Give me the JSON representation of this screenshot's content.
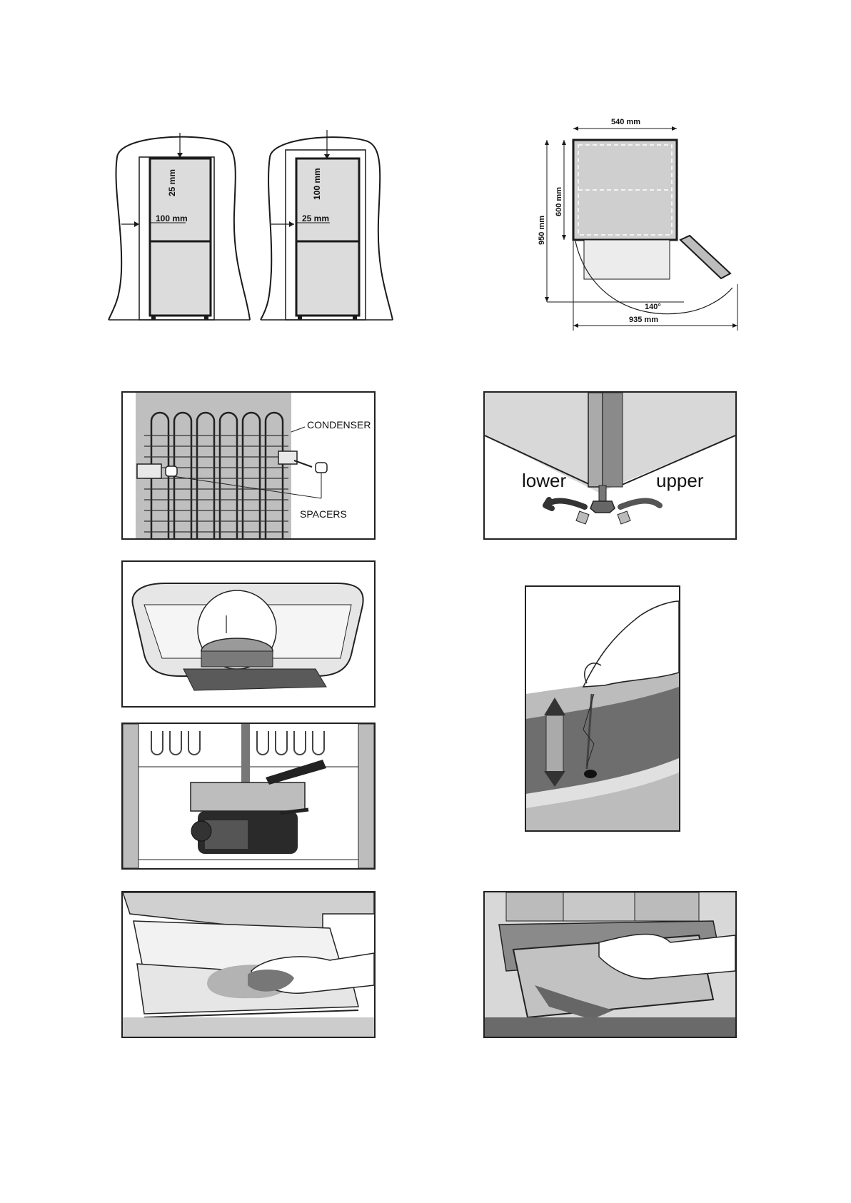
{
  "clearance": {
    "left": {
      "top_gap": "25 mm",
      "side_gap": "100 mm"
    },
    "right": {
      "top_gap": "100 mm",
      "side_gap": "25 mm"
    }
  },
  "dimensions": {
    "width": "540 mm",
    "depth": "600 mm",
    "height": "950 mm",
    "door_angle": "140°",
    "total_depth": "935 mm"
  },
  "spacers": {
    "condenser_label": "CONDENSER",
    "spacers_label": "SPACERS"
  },
  "feet": {
    "lower_label": "lower",
    "upper_label": "upper"
  },
  "colors": {
    "line": "#1a1a1a",
    "fill_light": "#d9d9d9",
    "fill_mid": "#9a9a9a",
    "fill_dark": "#3a3a3a"
  }
}
